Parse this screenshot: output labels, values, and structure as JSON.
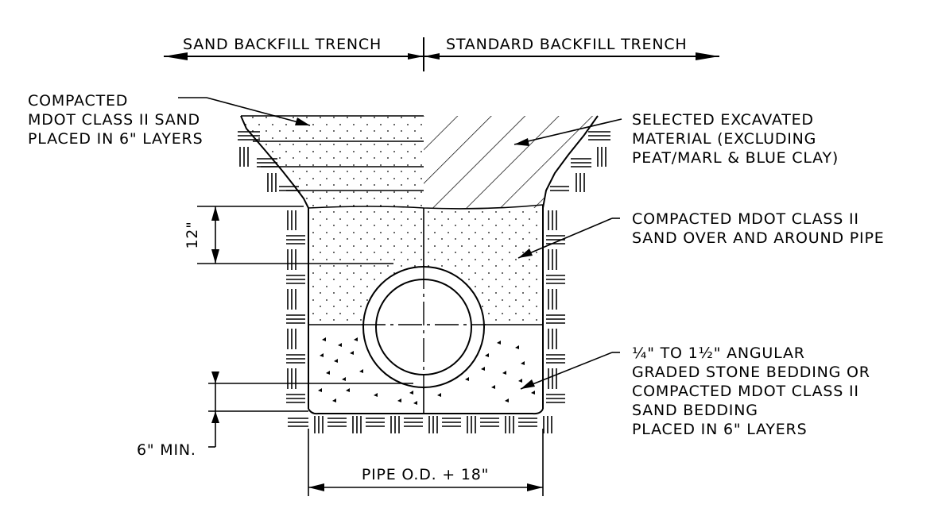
{
  "diagram": {
    "header": {
      "left_label": "SAND BACKFILL TRENCH",
      "right_label": "STANDARD BACKFILL TRENCH"
    },
    "callouts": {
      "compacted_sand": [
        "COMPACTED",
        "MDOT CLASS II SAND",
        "PLACED IN 6\" LAYERS"
      ],
      "selected_material": [
        "SELECTED EXCAVATED",
        "MATERIAL (EXCLUDING",
        "PEAT/MARL & BLUE CLAY)"
      ],
      "sand_around_pipe": [
        "COMPACTED MDOT CLASS II",
        "SAND OVER AND AROUND PIPE"
      ],
      "bedding": [
        "¼\" TO 1½\" ANGULAR",
        "GRADED STONE BEDDING OR",
        "COMPACTED MDOT CLASS II",
        "SAND BEDDING",
        "PLACED IN 6\" LAYERS"
      ]
    },
    "dimensions": {
      "cover_depth": "12\"",
      "bedding_min": "6\" MIN.",
      "trench_width": "PIPE O.D. + 18\""
    }
  }
}
